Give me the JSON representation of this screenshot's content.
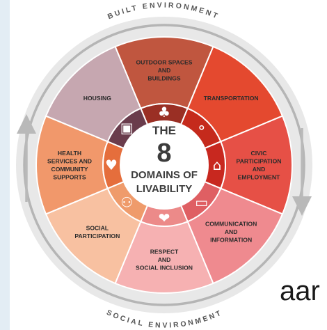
{
  "diagram": {
    "ring_top": "BUILT ENVIRONMENT",
    "ring_bottom": "SOCIAL ENVIRONMENT",
    "center": {
      "line1": "THE",
      "number": "8",
      "line3": "DOMAINS OF",
      "line4": "LIVABILITY"
    },
    "domains": [
      {
        "lines": [
          "OUTDOOR SPACES",
          "AND",
          "BUILDINGS"
        ],
        "icon": "park-bench-tree-icon",
        "color": "#c0563f",
        "inner": "#9a2f24"
      },
      {
        "lines": [
          "TRANSPORTATION"
        ],
        "icon": "bicycle-icon",
        "color": "#e4492f",
        "inner": "#c52a1c"
      },
      {
        "lines": [
          "CIVIC",
          "PARTICIPATION",
          "AND",
          "EMPLOYMENT"
        ],
        "icon": "building-columns-icon",
        "color": "#e65046",
        "inner": "#c8281f"
      },
      {
        "lines": [
          "COMMUNICATION",
          "AND",
          "INFORMATION"
        ],
        "icon": "laptop-icon",
        "color": "#ef8a8f",
        "inner": "#df5f63"
      },
      {
        "lines": [
          "RESPECT",
          "AND",
          "SOCIAL INCLUSION"
        ],
        "icon": "handshake-icon",
        "color": "#f6b1b2",
        "inner": "#ec8a89"
      },
      {
        "lines": [
          "SOCIAL",
          "PARTICIPATION"
        ],
        "icon": "people-group-icon",
        "color": "#f8c1a1",
        "inner": "#ef9b6b"
      },
      {
        "lines": [
          "HEALTH",
          "SERVICES AND",
          "COMMUNITY",
          "SUPPORTS"
        ],
        "icon": "heartbeat-icon",
        "color": "#f1986b",
        "inner": "#e56e3c"
      },
      {
        "lines": [
          "HOUSING"
        ],
        "icon": "houses-icon",
        "color": "#c6a7b0",
        "inner": "#6a3c4c"
      }
    ]
  },
  "site": {
    "text": "aar"
  }
}
